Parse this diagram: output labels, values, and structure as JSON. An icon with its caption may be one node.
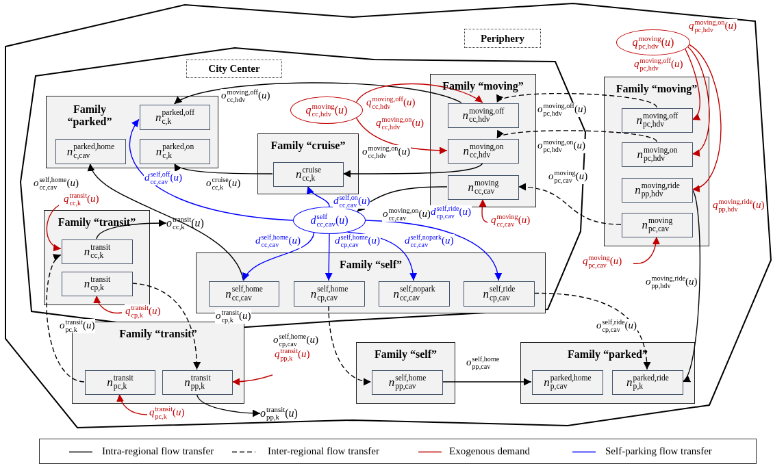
{
  "diagram": {
    "nodes": [
      {
        "text": [
          "Periphery"
        ]
      },
      {
        "text": [
          "City Center"
        ],
        "in": 0
      },
      {
        "text": [
          "*q*$^{moving}$$_{pc,hdv}$(*u*)"
        ],
        "in": 0
      },
      {
        "text": [
          "Family “moving”"
        ],
        "in": 1
      },
      {
        "text": [
          "*n*$^{moving,off}$$_{cc,hdv}$"
        ],
        "in": 3
      },
      {
        "text": [
          "*n*$^{moving,on}$$_{cc,hdv}$"
        ],
        "in": 3
      },
      {
        "text": [
          "*n*$^{moving}$$_{cc,cav}$"
        ],
        "in": 3
      },
      {
        "text": [
          "Family “moving”"
        ],
        "in": 0
      },
      {
        "text": [
          "*n*$^{moving,off}$$_{pc,hdv}$"
        ],
        "in": 7
      },
      {
        "text": [
          "*n*$^{moving,on}$$_{pc,hdv}$"
        ],
        "in": 7
      },
      {
        "text": [
          "*n*$^{moving,ride}$$_{pp,hdv}$"
        ],
        "in": 7
      },
      {
        "text": [
          "*n*$^{moving}$$_{pc,cav}$"
        ],
        "in": 7
      },
      {
        "text": [
          "Family “parked”"
        ],
        "in": 1
      },
      {
        "text": [
          "*n*$^{parked,off}$$_{c,k}$"
        ],
        "in": 12
      },
      {
        "text": [
          "*n*$^{parked,home}$$_{c,cav}$"
        ],
        "in": 12
      },
      {
        "text": [
          "*n*$^{parked,on}$$_{c,k}$"
        ],
        "in": 12
      },
      {
        "text": [
          "*q*$^{moving}$$_{cc,hdv}$(*u*)"
        ],
        "in": 1
      },
      {
        "text": [
          "Family “cruise”"
        ],
        "in": 1
      },
      {
        "text": [
          "*n*$^{cruise}$$_{cc,k}$"
        ],
        "in": 17
      },
      {
        "text": [
          "Family “transit”"
        ],
        "in": 1
      },
      {
        "text": [
          "*n*$^{transit}$$_{cc,k}$"
        ],
        "in": 19
      },
      {
        "text": [
          "*n*$^{transit}$$_{cp,k}$"
        ],
        "in": 19
      },
      {
        "text": [
          "*d*$^{self}$$_{cc,cav}$(*u*)"
        ],
        "in": 1
      },
      {
        "text": [
          "*o*$^{transit}$$_{cc,k}$(*u*)"
        ],
        "in": 1
      },
      {
        "text": [
          "Family “self”"
        ],
        "in": 1
      },
      {
        "text": [
          "*n*$^{self,home}$$_{cc,cav}$"
        ],
        "in": 24
      },
      {
        "text": [
          "*n*$^{self,home}$$_{cp,cav}$"
        ],
        "in": 24
      },
      {
        "text": [
          "*n*$^{self,nopark}$$_{cc,cav}$"
        ],
        "in": 24
      },
      {
        "text": [
          "*n*$^{self,ride}$$_{cp,cav}$"
        ],
        "in": 24
      },
      {
        "text": [
          "Family “transit”"
        ],
        "in": 0
      },
      {
        "text": [
          "*n*$^{transit}$$_{pc,k}$"
        ],
        "in": 29
      },
      {
        "text": [
          "*n*$^{transit}$$_{pp,k}$"
        ],
        "in": 29
      },
      {
        "text": [
          "Family “self”"
        ],
        "in": 0
      },
      {
        "text": [
          "*n*$^{self,home}$$_{pp,cav}$"
        ],
        "in": 32
      },
      {
        "text": [
          "Family “parked”"
        ],
        "in": 0
      },
      {
        "text": [
          "*n*$^{parked,home}$$_{p,cav}$"
        ],
        "in": 34
      },
      {
        "text": [
          "*n*$^{parked,ride}$$_{p,k}$"
        ],
        "in": 34
      },
      {
        "text": [
          "*o*$^{transit}$$_{pp,k}$(*u*)"
        ],
        "in": 0
      }
    ],
    "edges": [
      {
        "from": 4,
        "to": 13,
        "arrow": "to",
        "label": "*o*$^{moving,off}$$_{cc,hdv}$(*u*)"
      },
      {
        "from": 5,
        "to": 18,
        "arrow": "to",
        "label": "*o*$^{moving,on}$$_{cc,hdv}$(*u*)"
      },
      {
        "from": 18,
        "to": 15,
        "arrow": "to",
        "label": "*o*$^{cruise}$$_{cc,k}$(*u*)"
      },
      {
        "from": 6,
        "to": 22,
        "arrow": "to",
        "label": "*o*$^{moving,on}$$_{cc,cav}$(*u*)"
      },
      {
        "from": 25,
        "to": 14,
        "arrow": "to",
        "label": "*o*$^{self,home}$$_{cc,cav}$(*u*)"
      },
      {
        "from": 20,
        "to": 23,
        "arrow": "to"
      },
      {
        "from": 31,
        "to": 37,
        "arrow": "to"
      },
      {
        "from": 33,
        "to": 35,
        "arrow": "to",
        "label": "*o*$^{self,home}$$_{pp,cav}$"
      },
      {
        "from": 10,
        "to": 36,
        "arrow": "to",
        "label": "*o*$^{moving,ride}$$_{pp,hdv}$(*u*)"
      },
      {
        "from": 8,
        "to": 4,
        "arrow": "to",
        "style": "dashed",
        "label": "*o*$^{moving,off}$$_{pc,hdv}$(*u*)"
      },
      {
        "from": 9,
        "to": 5,
        "arrow": "to",
        "style": "dashed",
        "label": "*o*$^{moving,on}$$_{pc,hdv}$(*u*)"
      },
      {
        "from": 11,
        "to": 6,
        "arrow": "to",
        "style": "dashed",
        "label": "*o*$^{moving}$$_{pc,cav}$(*u*)"
      },
      {
        "from": 21,
        "to": 31,
        "arrow": "to",
        "style": "dashed",
        "label": "*o*$^{transit}$$_{cp,k}$(*u*)"
      },
      {
        "from": 30,
        "to": 20,
        "arrow": "to",
        "style": "dashed",
        "label": "*o*$^{transit}$$_{pc,k}$(*u*)"
      },
      {
        "from": 26,
        "to": 33,
        "arrow": "to",
        "style": "dashed",
        "label": "*o*$^{self,home}$$_{cp,cav}$(*u*)"
      },
      {
        "from": 28,
        "to": 36,
        "arrow": "to",
        "style": "dashed",
        "label": "*o*$^{self,ride}$$_{cp,cav}$(*u*)"
      },
      {
        "from": 16,
        "to": 4,
        "arrow": "to",
        "color": "#c00000",
        "label": "*q*$^{moving,off}$$_{cc,hdv}$(*u*)"
      },
      {
        "from": 16,
        "to": 5,
        "arrow": "to",
        "color": "#c00000",
        "label": "*q*$^{moving,on}$$_{cc,hdv}$(*u*)"
      },
      {
        "from": null,
        "to": 6,
        "arrow": "to",
        "color": "#c00000",
        "label": "*q*$^{moving}$$_{cc,cav}$(*u*)"
      },
      {
        "from": 2,
        "to": 8,
        "arrow": "to",
        "color": "#c00000",
        "label": "*q*$^{moving,off}$$_{pc,hdv}$(*u*)"
      },
      {
        "from": 2,
        "to": 9,
        "arrow": "to",
        "color": "#c00000",
        "label": "*q*$^{moving,on}$$_{pc,hdv}$(*u*)"
      },
      {
        "from": 2,
        "to": 10,
        "arrow": "to",
        "color": "#c00000",
        "label": "*q*$^{moving,ride}$$_{pp,hdv}$(*u*)"
      },
      {
        "from": null,
        "to": 11,
        "arrow": "to",
        "color": "#c00000",
        "label": "*q*$^{moving}$$_{pc,cav}$(*u*)"
      },
      {
        "from": null,
        "to": 20,
        "arrow": "to",
        "color": "#c00000",
        "label": "*q*$^{transit}$$_{cc,k}$(*u*)"
      },
      {
        "from": null,
        "to": 21,
        "arrow": "to",
        "color": "#c00000",
        "label": "*q*$^{transit}$$_{cp,k}$(*u*)"
      },
      {
        "from": null,
        "to": 31,
        "arrow": "to",
        "color": "#c00000",
        "label": "*q*$^{transit}$$_{pp,k}$(*u*)"
      },
      {
        "from": null,
        "to": 30,
        "arrow": "to",
        "color": "#c00000",
        "label": "*q*$^{transit}$$_{pc,k}$(*u*)"
      },
      {
        "from": 22,
        "to": 13,
        "arrow": "to",
        "color": "#0000ff",
        "label": "*d*$^{self,off}$$_{cc,cav}$(*u*)"
      },
      {
        "from": 22,
        "to": 18,
        "arrow": "to",
        "color": "#0000ff",
        "label": "*d*$^{self,on}$$_{cc,cav}$(*u*)"
      },
      {
        "from": 22,
        "to": 25,
        "arrow": "to",
        "color": "#0000ff",
        "label": "*d*$^{self,home}$$_{cc,cav}$(*u*)"
      },
      {
        "from": 22,
        "to": 26,
        "arrow": "to",
        "color": "#0000ff",
        "label": "*d*$^{self,home}$$_{cp,cav}$(*u*)"
      },
      {
        "from": 22,
        "to": 27,
        "arrow": "to",
        "color": "#0000ff",
        "label": "*d*$^{self,nopark}$$_{cc,cav}$(*u*)"
      },
      {
        "from": 22,
        "to": 28,
        "arrow": "to",
        "color": "#0000ff",
        "label": "*d*$^{self,ride}$$_{cp,cav}$(*u*)"
      }
    ],
    "legend": [
      {
        "text": "Intra-regional flow transfer"
      },
      {
        "text": "Inter-regional flow transfer"
      },
      {
        "text": "Exogenous demand"
      },
      {
        "text": "Self-parking flow transfer"
      }
    ]
  }
}
